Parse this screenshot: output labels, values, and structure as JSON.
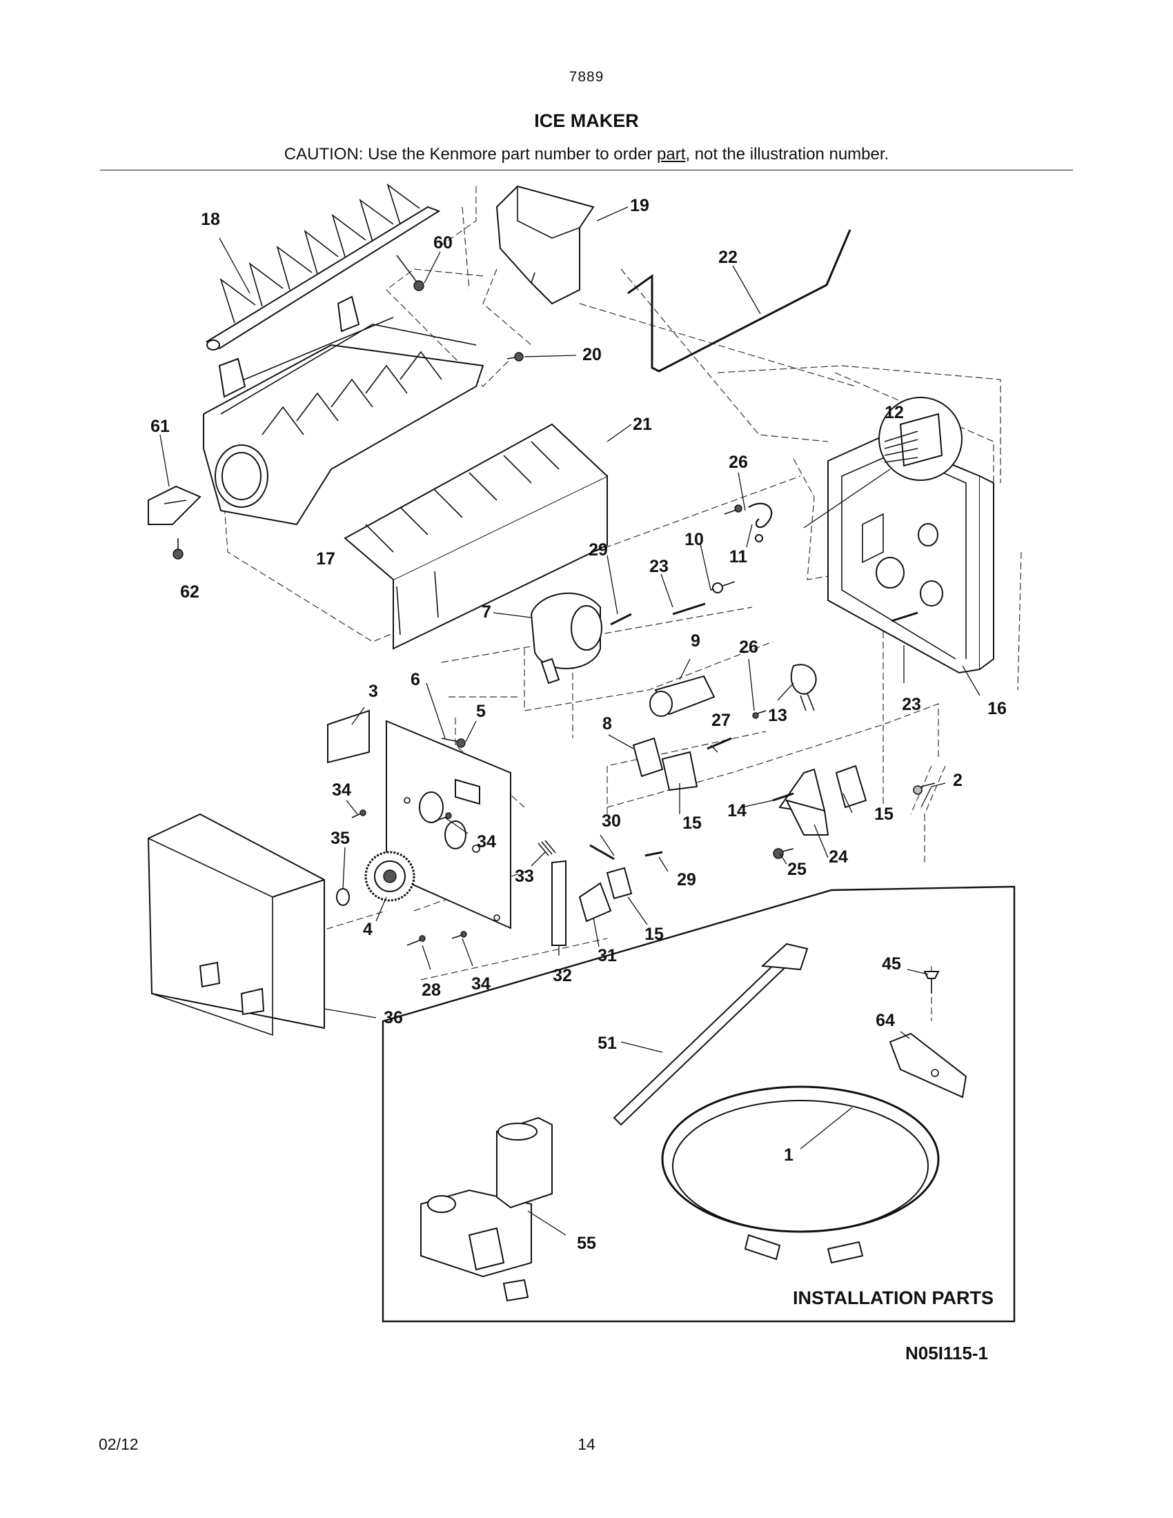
{
  "header": {
    "model": "7889",
    "title": "ICE MAKER",
    "caution_prefix": "CAUTION: Use the Kenmore part number to order ",
    "caution_link": "part",
    "caution_suffix": ", not the illustration number."
  },
  "diagram": {
    "installation_label": "INSTALLATION PARTS",
    "figure_code": "N05I115-1",
    "callouts": [
      "18",
      "60",
      "19",
      "22",
      "20",
      "21",
      "61",
      "17",
      "62",
      "12",
      "26",
      "10",
      "11",
      "29",
      "23",
      "7",
      "9",
      "26",
      "13",
      "23",
      "16",
      "3",
      "6",
      "5",
      "8",
      "27",
      "2",
      "34",
      "15",
      "14",
      "15",
      "30",
      "34",
      "35",
      "33",
      "29",
      "24",
      "25",
      "4",
      "15",
      "31",
      "28",
      "34",
      "32",
      "45",
      "64",
      "36",
      "51",
      "1",
      "55"
    ]
  },
  "footer": {
    "date": "02/12",
    "page": "14"
  }
}
